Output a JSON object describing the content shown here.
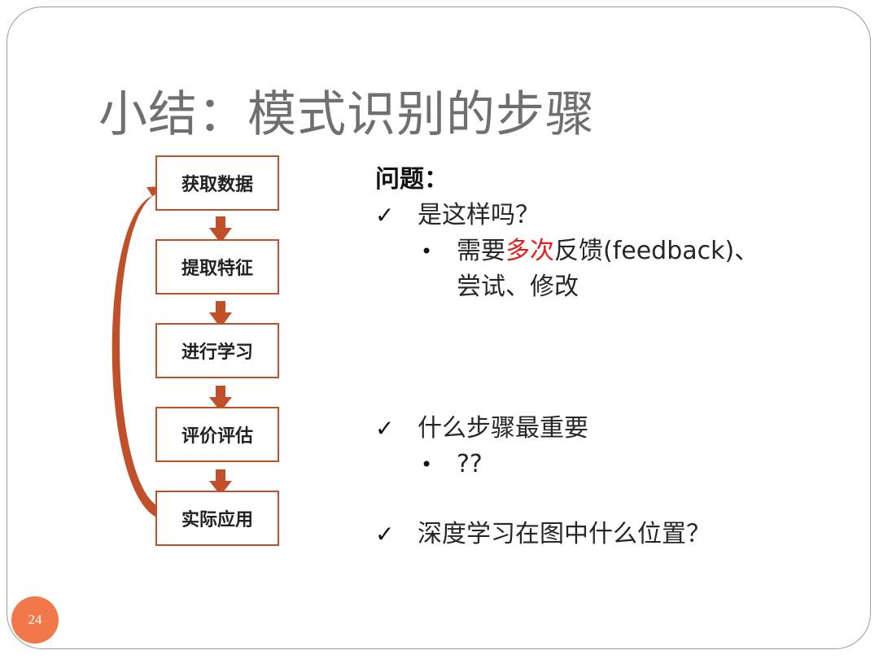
{
  "title": "小结：模式识别的步骤",
  "flow": {
    "steps": [
      "获取数据",
      "提取特征",
      "进行学习",
      "评价评估",
      "实际应用"
    ]
  },
  "questions": {
    "heading": "问题：",
    "check_glyph": "✓",
    "bullet_glyph": "•",
    "items": [
      {
        "text": "是这样吗？",
        "sub": {
          "before": "需要",
          "highlight": "多次",
          "after": "反馈(feedback)、尝试、修改"
        }
      },
      {
        "text": "什么步骤最重要",
        "sub_text": "??"
      },
      {
        "text": "深度学习在图中什么位置？"
      }
    ]
  },
  "colors": {
    "accent": "#c0502a",
    "highlight": "#e02020",
    "page_badge": "#f0784a",
    "title": "#6f6f6f"
  },
  "page_number": "24"
}
